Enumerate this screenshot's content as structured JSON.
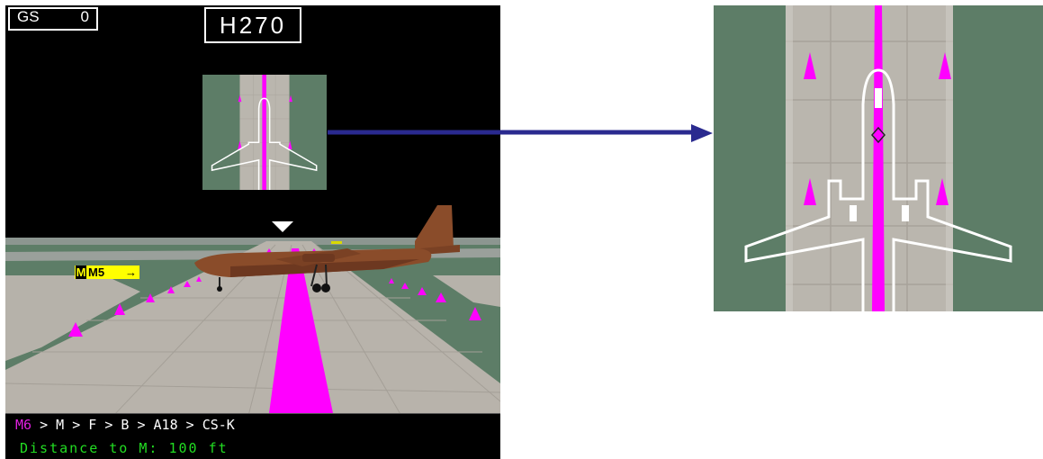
{
  "hud": {
    "groundspeed_label": "GS",
    "groundspeed_value": "0",
    "heading": "H270"
  },
  "taxi_sign": {
    "current": "M",
    "next": "M5",
    "arrow": "→"
  },
  "route": {
    "current": "M6",
    "rest": " > M > F > B > A18 > CS-K"
  },
  "status": {
    "distance_text": "Distance to M: 100 ft"
  },
  "colors": {
    "centerline": "#ff00ff",
    "grass": "#5d7d67",
    "taxiway": "#b8b3ab",
    "aircraft": "#8a4c2a",
    "distance_text": "#22dd22",
    "connector_arrow": "#2a2a8f",
    "sign": "#ffff00"
  },
  "icons": [
    "aircraft-outline-icon",
    "heading-caret-icon",
    "taxiway-edge-light-icon",
    "right-arrow-icon"
  ]
}
